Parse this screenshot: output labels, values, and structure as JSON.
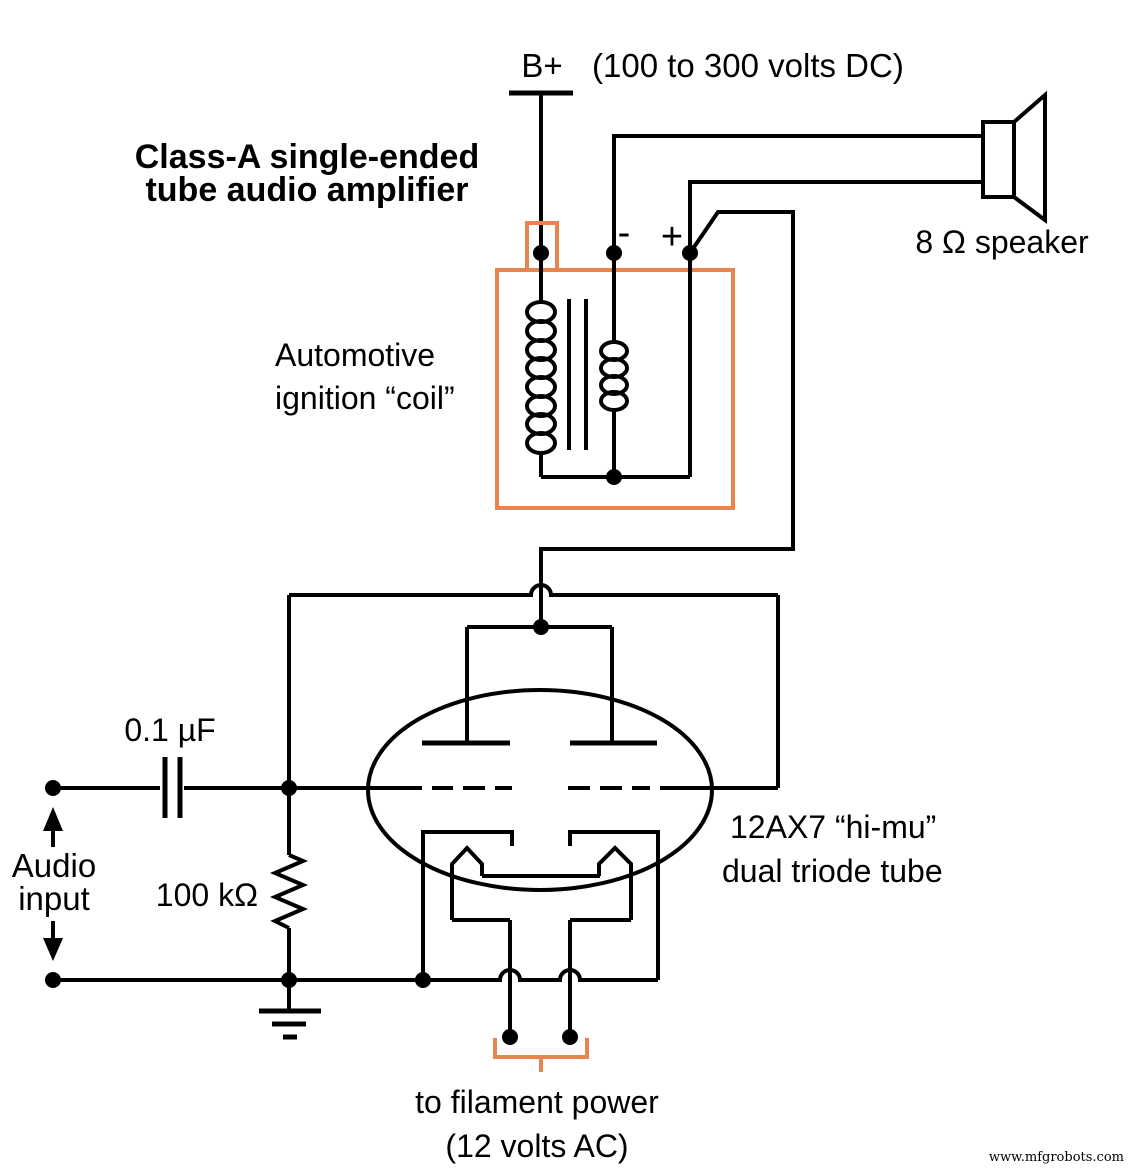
{
  "diagram_title": {
    "line1": "Class-A single-ended",
    "line2": "tube audio amplifier"
  },
  "power_supply": {
    "terminal_label": "B+",
    "voltage_note": "(100 to 300 volts DC)"
  },
  "ignition_coil": {
    "label_line1": "Automotive",
    "label_line2": "ignition “coil”",
    "polarity_minus": "-",
    "polarity_plus": "+"
  },
  "speaker": {
    "label": "8 Ω speaker"
  },
  "vacuum_tube": {
    "label_line1": "12AX7 “hi-mu”",
    "label_line2": "dual triode tube"
  },
  "coupling_capacitor": {
    "value": "0.1 µF"
  },
  "grid_resistor": {
    "value": "100 kΩ"
  },
  "audio_input": {
    "label_line1": "Audio",
    "label_line2": "input"
  },
  "filament": {
    "note_line1": "to filament power",
    "note_line2": "(12 volts AC)"
  },
  "watermark": {
    "text": "www.mfgrobots.com"
  },
  "colors": {
    "accent_orange": "#E8854E",
    "wire_black": "#000000",
    "background": "#FFFFFF"
  }
}
